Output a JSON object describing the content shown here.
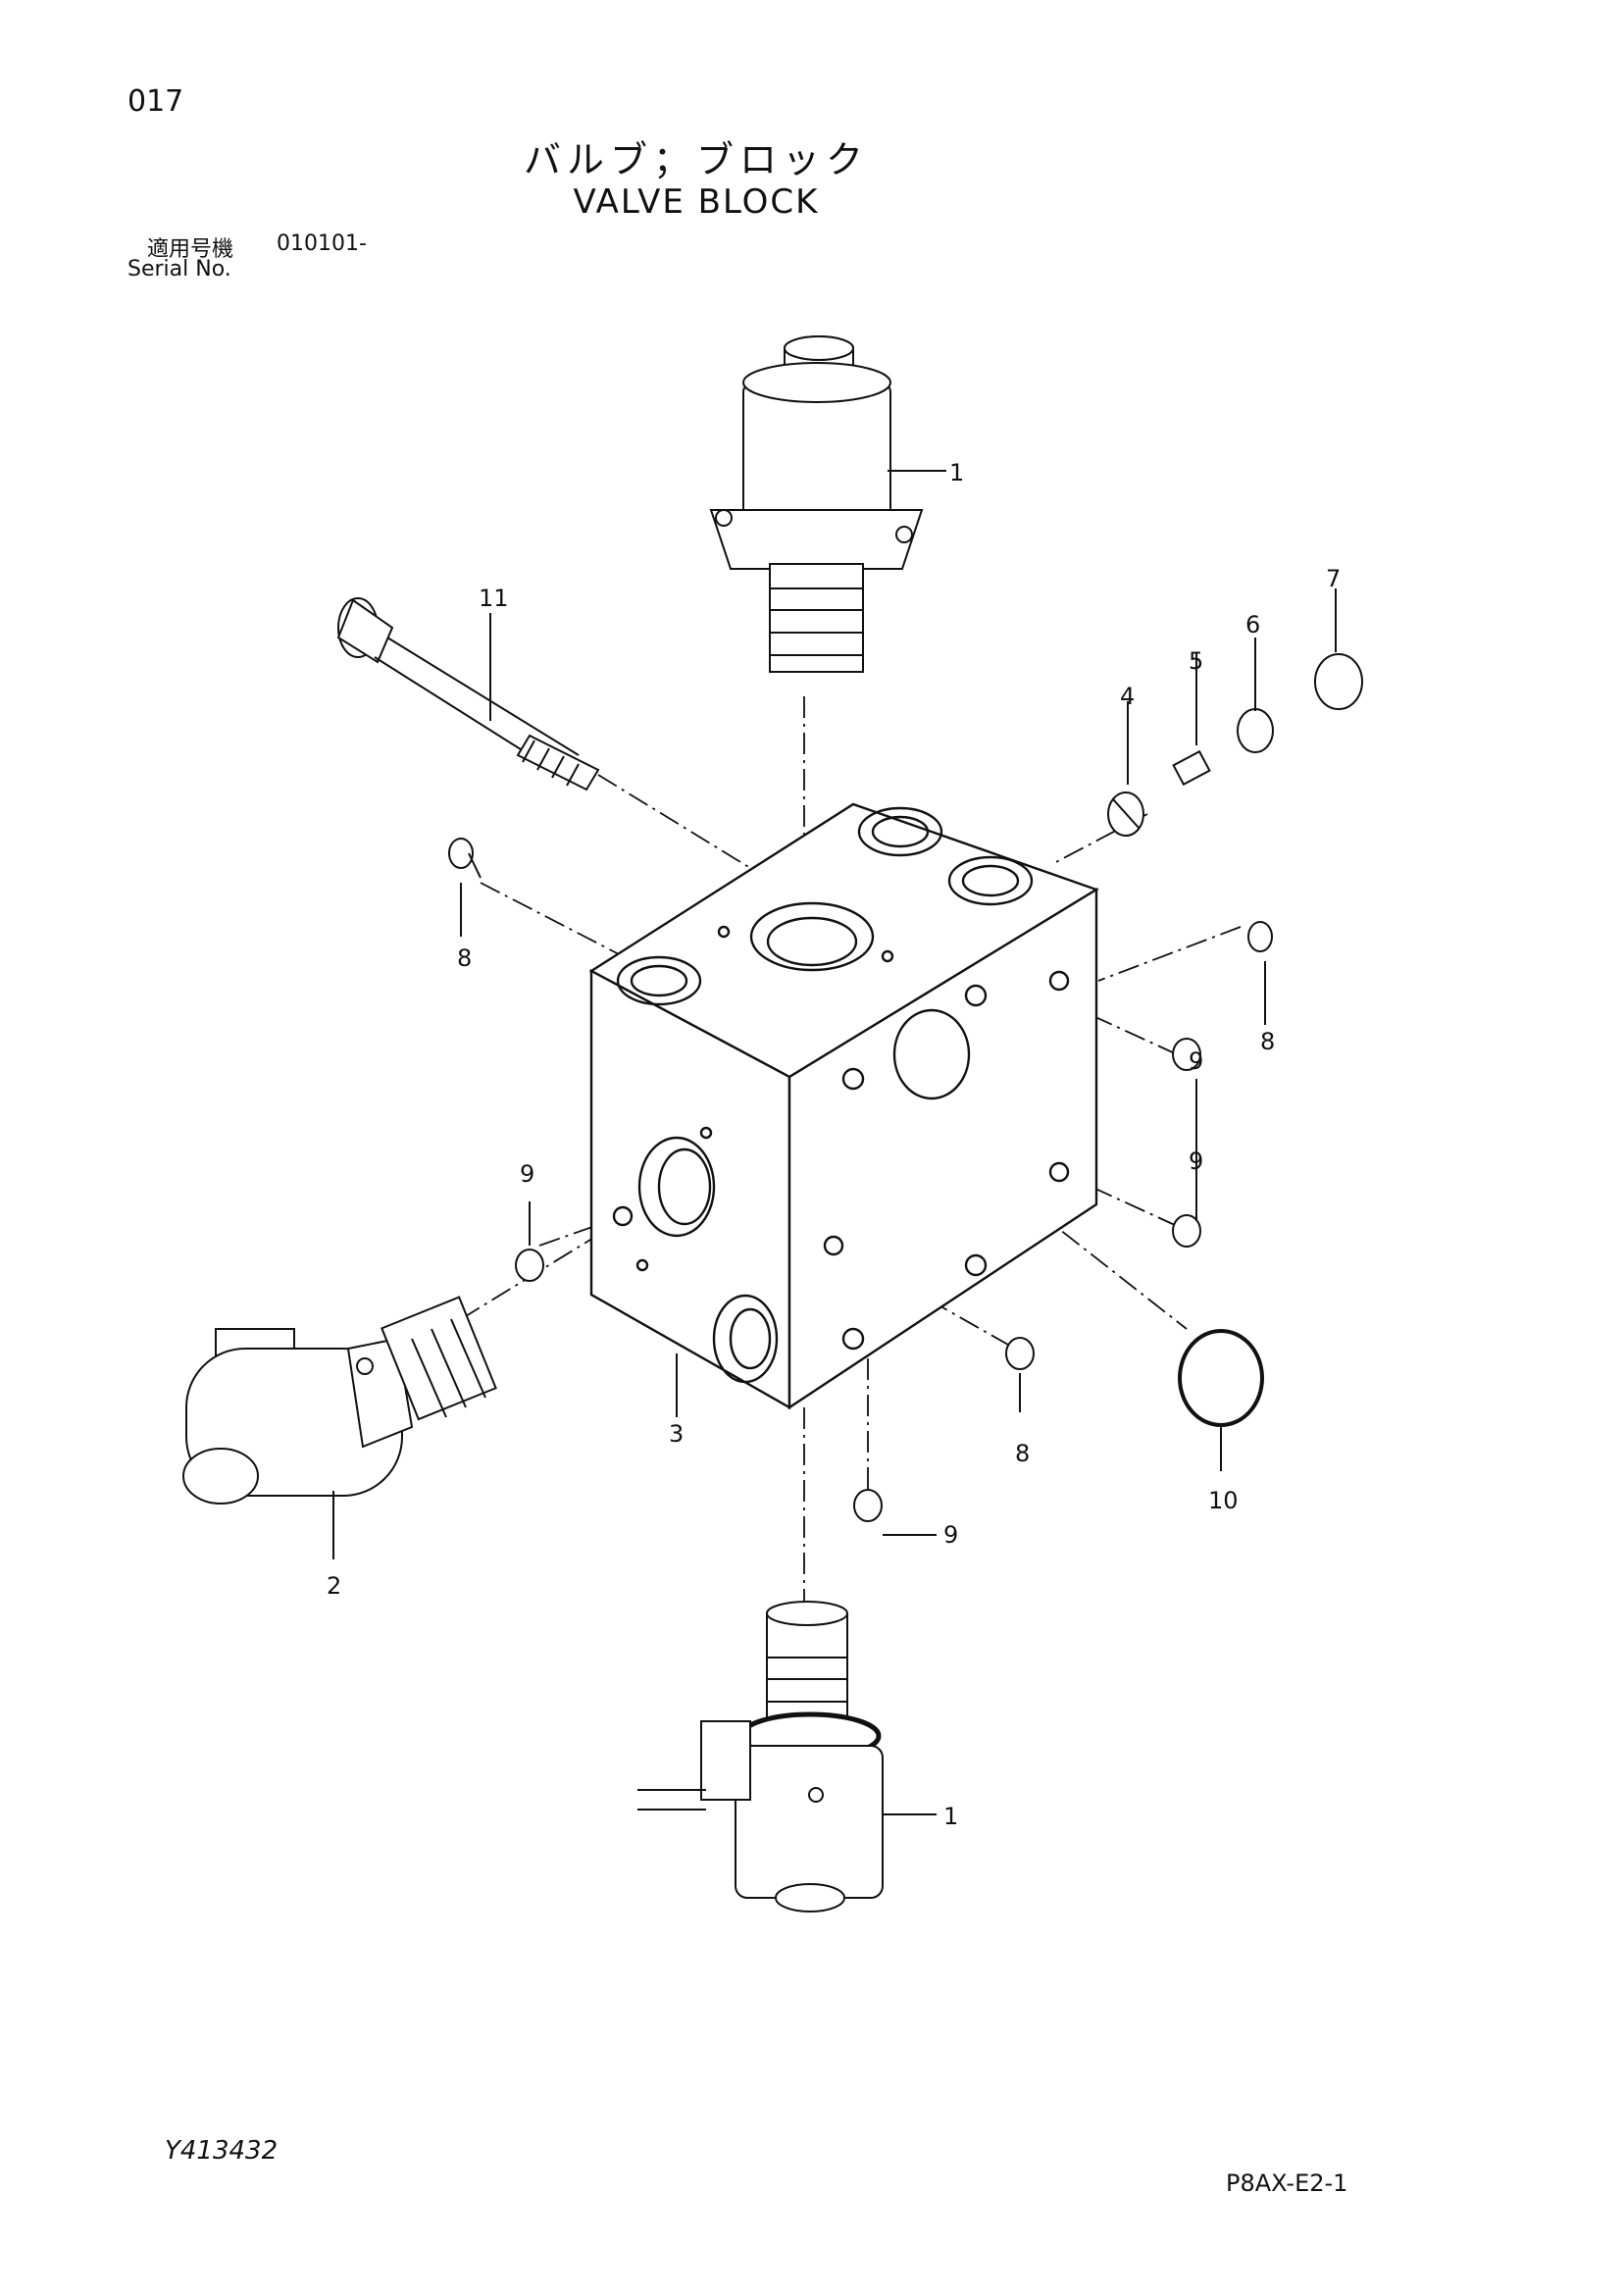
{
  "header": {
    "page_number": "017",
    "title_jp": "バルブ；ブロック",
    "title_en": "VALVE BLOCK",
    "serial_label_jp": "適用号機",
    "serial_range": "010101-",
    "serial_label_en": "Serial No."
  },
  "callouts": [
    "1",
    "11",
    "7",
    "6",
    "5",
    "4",
    "8",
    "8",
    "9",
    "9",
    "9",
    "3",
    "8",
    "10",
    "9",
    "2",
    "1"
  ],
  "footer": {
    "figure_code": "Y413432",
    "page_code": "P8AX-E2-1"
  }
}
